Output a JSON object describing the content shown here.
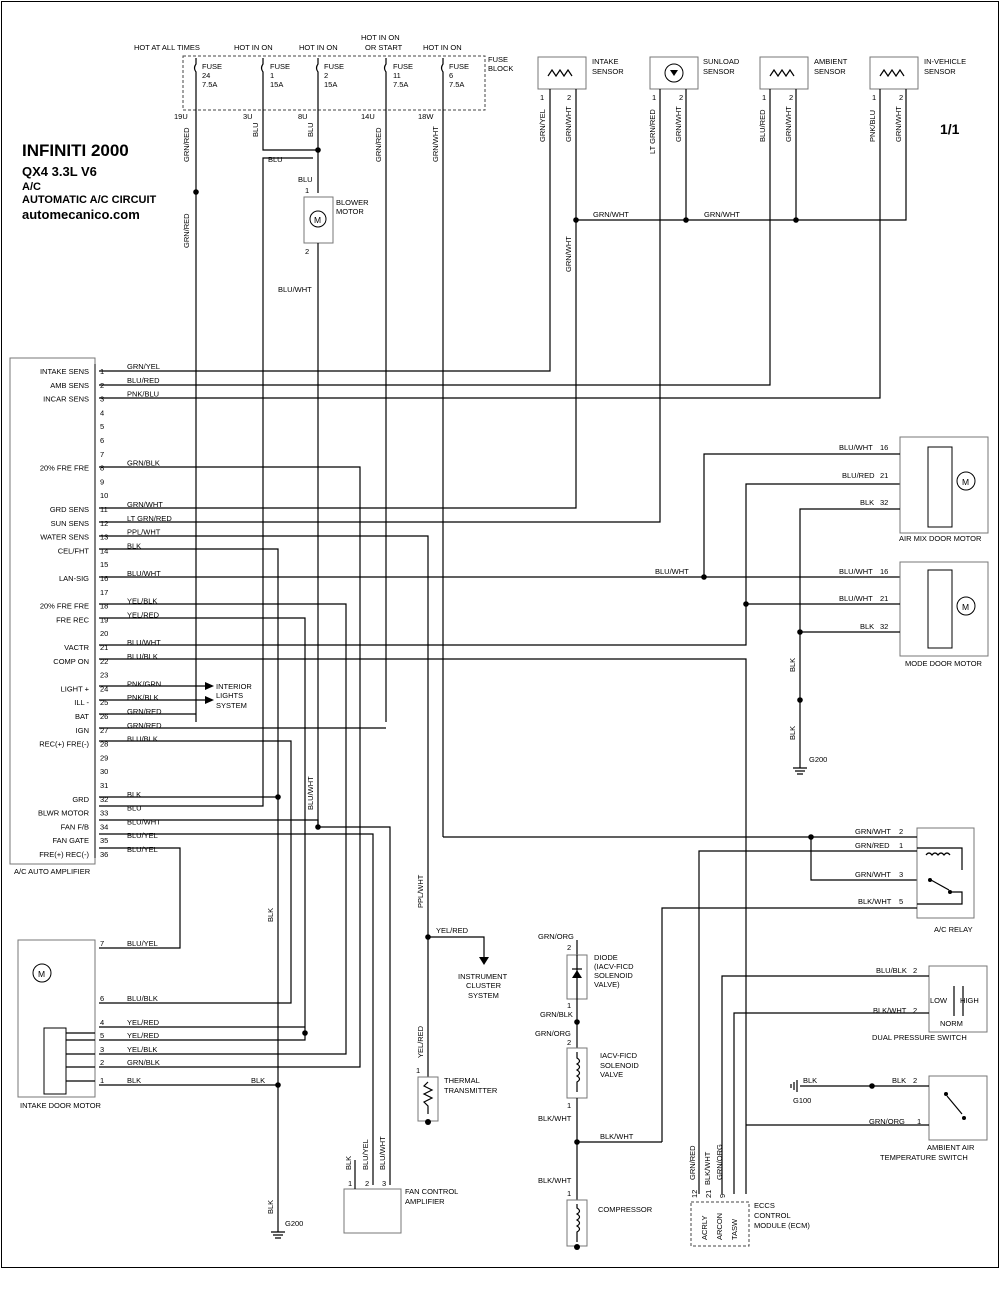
{
  "title": {
    "line1": "INFINITI  2000",
    "line2": "QX4  3.3L  V6",
    "line3": "A/C",
    "line4": "AUTOMATIC A/C CIRCUIT",
    "line5": "automecanico.com"
  },
  "page_number": "1/1",
  "fuse_block": {
    "label": [
      "FUSE",
      "BLOCK"
    ],
    "headers": [
      "HOT AT ALL TIMES",
      "HOT IN ON",
      "HOT IN ON",
      "HOT IN ON",
      "OR START",
      "HOT IN ON"
    ],
    "fuses": [
      {
        "name": "FUSE",
        "number": "24",
        "rating": "7.5A",
        "terminal": "19U",
        "wire": "GRN/RED"
      },
      {
        "name": "FUSE",
        "number": "1",
        "rating": "15A",
        "terminal": "3U",
        "wire": "BLU"
      },
      {
        "name": "FUSE",
        "number": "2",
        "rating": "15A",
        "terminal": "8U",
        "wire": "BLU"
      },
      {
        "name": "FUSE",
        "number": "11",
        "rating": "7.5A",
        "terminal": "14U",
        "wire": "GRN/RED"
      },
      {
        "name": "FUSE",
        "number": "6",
        "rating": "7.5A",
        "terminal": "18W",
        "wire": "GRN/WHT"
      }
    ]
  },
  "blower": {
    "label": [
      "BLOWER",
      "MOTOR"
    ],
    "symbol": "M",
    "pin1": "1",
    "pin2": "2",
    "wire_in": "BLU",
    "wire_branch": "BLU",
    "wire_out": "BLU/WHT",
    "fuse24_wire": "GRN/RED"
  },
  "sensors": [
    {
      "label": [
        "INTAKE",
        "SENSOR"
      ],
      "pin1": "1",
      "pin2": "2",
      "wire1": "GRN/YEL",
      "wire2": "GRN/WHT"
    },
    {
      "label": [
        "SUNLOAD",
        "SENSOR"
      ],
      "pin1": "1",
      "pin2": "2",
      "wire1": "LT GRN/RED",
      "wire2": "GRN/WHT"
    },
    {
      "label": [
        "AMBIENT",
        "SENSOR"
      ],
      "pin1": "1",
      "pin2": "2",
      "wire1": "BLU/RED",
      "wire2": "GRN/WHT"
    },
    {
      "label": [
        "IN-VEHICLE",
        "SENSOR"
      ],
      "pin1": "1",
      "pin2": "2",
      "wire1": "PNK/BLU",
      "wire2": "GRN/WHT"
    }
  ],
  "sensor_common": {
    "wire_a": "GRN/WHT",
    "wire_b": "GRN/WHT",
    "wire_down": "GRN/WHT"
  },
  "amplifier": {
    "label": "A/C AUTO AMPLIFIER",
    "pins": [
      {
        "pin": "1",
        "func": "INTAKE SENS",
        "wire": "GRN/YEL"
      },
      {
        "pin": "2",
        "func": "AMB SENS",
        "wire": "BLU/RED"
      },
      {
        "pin": "3",
        "func": "INCAR SENS",
        "wire": "PNK/BLU"
      },
      {
        "pin": "4",
        "func": "",
        "wire": ""
      },
      {
        "pin": "5",
        "func": "",
        "wire": ""
      },
      {
        "pin": "6",
        "func": "",
        "wire": ""
      },
      {
        "pin": "7",
        "func": "",
        "wire": ""
      },
      {
        "pin": "8",
        "func": "20% FRE FRE",
        "wire": "GRN/BLK"
      },
      {
        "pin": "9",
        "func": "",
        "wire": ""
      },
      {
        "pin": "10",
        "func": "",
        "wire": ""
      },
      {
        "pin": "11",
        "func": "GRD SENS",
        "wire": "GRN/WHT"
      },
      {
        "pin": "12",
        "func": "SUN SENS",
        "wire": "LT GRN/RED"
      },
      {
        "pin": "13",
        "func": "WATER SENS",
        "wire": "PPL/WHT"
      },
      {
        "pin": "14",
        "func": "CEL/FHT",
        "wire": "BLK"
      },
      {
        "pin": "15",
        "func": "",
        "wire": ""
      },
      {
        "pin": "16",
        "func": "LAN-SIG",
        "wire": "BLU/WHT"
      },
      {
        "pin": "17",
        "func": "",
        "wire": ""
      },
      {
        "pin": "18",
        "func": "20% FRE FRE",
        "wire": "YEL/BLK"
      },
      {
        "pin": "19",
        "func": "FRE REC",
        "wire": "YEL/RED"
      },
      {
        "pin": "20",
        "func": "",
        "wire": ""
      },
      {
        "pin": "21",
        "func": "VACTR",
        "wire": "BLU/WHT"
      },
      {
        "pin": "22",
        "func": "COMP ON",
        "wire": "BLU/BLK"
      },
      {
        "pin": "23",
        "func": "",
        "wire": ""
      },
      {
        "pin": "24",
        "func": "LIGHT +",
        "wire": "PNK/GRN"
      },
      {
        "pin": "25",
        "func": "ILL -",
        "wire": "PNK/BLK"
      },
      {
        "pin": "26",
        "func": "BAT",
        "wire": "GRN/RED"
      },
      {
        "pin": "27",
        "func": "IGN",
        "wire": "GRN/RED"
      },
      {
        "pin": "28",
        "func": "REC(+) FRE(-)",
        "wire": "BLU/BLK"
      },
      {
        "pin": "29",
        "func": "",
        "wire": ""
      },
      {
        "pin": "30",
        "func": "",
        "wire": ""
      },
      {
        "pin": "31",
        "func": "",
        "wire": ""
      },
      {
        "pin": "32",
        "func": "GRD",
        "wire": "BLK"
      },
      {
        "pin": "33",
        "func": "BLWR MOTOR",
        "wire": "BLU"
      },
      {
        "pin": "34",
        "func": "FAN F/B",
        "wire": "BLU/WHT"
      },
      {
        "pin": "35",
        "func": "FAN GATE",
        "wire": "BLU/YEL"
      },
      {
        "pin": "36",
        "func": "FRE(+) REC(-)",
        "wire": "BLU/YEL"
      }
    ]
  },
  "interior_lights": [
    "INTERIOR",
    "LIGHTS",
    "SYSTEM"
  ],
  "air_mix_motor": {
    "label": "AIR MIX DOOR MOTOR",
    "symbol": "M",
    "pins": [
      {
        "wire": "BLU/WHT",
        "pin": "16"
      },
      {
        "wire": "BLU/RED",
        "pin": "21"
      },
      {
        "wire": "BLK",
        "pin": "32"
      }
    ]
  },
  "mode_motor": {
    "label": "MODE DOOR MOTOR",
    "symbol": "M",
    "lan_wire": "BLU/WHT",
    "pins": [
      {
        "wire": "BLU/WHT",
        "pin": "16"
      },
      {
        "wire": "BLU/WHT",
        "pin": "21"
      },
      {
        "wire": "BLK",
        "pin": "32"
      }
    ],
    "ground_wire1": "BLK",
    "ground_wire2": "BLK",
    "ground": "G200"
  },
  "ac_relay": {
    "label": "A/C RELAY",
    "pins": [
      {
        "wire": "GRN/WHT",
        "pin": "2"
      },
      {
        "wire": "GRN/RED",
        "pin": "1"
      },
      {
        "wire": "GRN/WHT",
        "pin": "3"
      },
      {
        "wire": "BLK/WHT",
        "pin": "5"
      }
    ]
  },
  "intake_door_motor": {
    "label": "INTAKE DOOR MOTOR",
    "symbol": "M",
    "pins": [
      {
        "pin": "7",
        "wire": "BLU/YEL"
      },
      {
        "pin": "6",
        "wire": "BLU/BLK"
      },
      {
        "pin": "4",
        "wire": "YEL/RED"
      },
      {
        "pin": "5",
        "wire": "YEL/RED"
      },
      {
        "pin": "3",
        "wire": "YEL/BLK"
      },
      {
        "pin": "2",
        "wire": "GRN/BLK"
      },
      {
        "pin": "1",
        "wire": "BLK"
      }
    ],
    "ground_wire": "BLK",
    "ground_vertical_wire": "BLK",
    "ground_bottom_wire": "BLK",
    "ground": "G200",
    "fan_wire": "BLU/WHT"
  },
  "thermal": {
    "label": [
      "THERMAL",
      "TRANSMITTER"
    ],
    "pin": "1",
    "wire_top": "PPL/WHT",
    "wire_cluster": "YEL/RED",
    "wire_bottom": "YEL/RED"
  },
  "cluster": [
    "INSTRUMENT",
    "CLUSTER",
    "SYSTEM"
  ],
  "fan_amp": {
    "label": [
      "FAN CONTROL",
      "AMPLIFIER"
    ],
    "pins": [
      {
        "pin": "1",
        "wire": "BLK"
      },
      {
        "pin": "2",
        "wire": "BLU/YEL"
      },
      {
        "pin": "3",
        "wire": "BLU/WHT"
      }
    ]
  },
  "diode": {
    "label": [
      "DIODE",
      "(IACV-FICD",
      "SOLENOID",
      "VALVE)"
    ],
    "wire_top": "GRN/ORG",
    "pin_top": "2",
    "pin_bottom": "1",
    "wire_bottom": "GRN/BLK"
  },
  "iacv": {
    "label": [
      "IACV-FICD",
      "SOLENOID",
      "VALVE"
    ],
    "wire_top": "GRN/ORG",
    "pin_top": "2",
    "pin_bottom": "1",
    "wire_bottom": "BLK/WHT",
    "wire_branch": "BLK/WHT"
  },
  "compressor": {
    "label": "COMPRESSOR",
    "wire_top": "BLK/WHT",
    "pin": "1"
  },
  "dual_pressure": {
    "label": "DUAL PRESSURE SWITCH",
    "states": [
      "LOW",
      "HIGH",
      "NORM"
    ],
    "pins": [
      {
        "wire": "BLU/BLK",
        "pin": "2"
      },
      {
        "wire": "BLK/WHT",
        "pin": "2"
      }
    ]
  },
  "ambient_switch": {
    "label": [
      "AMBIENT AIR",
      "TEMPERATURE SWITCH"
    ],
    "ground_wire": "BLK",
    "ground": "G100",
    "pins": [
      {
        "wire": "BLK",
        "pin": "2"
      },
      {
        "wire": "GRN/ORG",
        "pin": "1"
      }
    ]
  },
  "ecm": {
    "label": [
      "ECCS",
      "CONTROL",
      "MODULE (ECM)"
    ],
    "wires": [
      "GRN/RED",
      "BLK/WHT",
      "GRN/ORG"
    ],
    "pins": [
      "12",
      "21",
      "9"
    ],
    "funcs": [
      "ACRLY",
      "ARCON",
      "TASW"
    ]
  }
}
